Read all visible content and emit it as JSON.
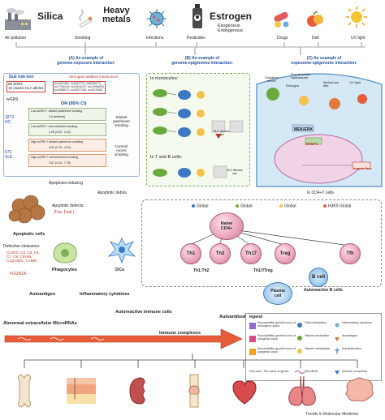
{
  "exposures": {
    "silica": "Silica",
    "heavy_metals": "Heavy\nmetals",
    "estrogen": "Estrogen",
    "exogenous": "Exogenous",
    "endogenous": "Endogenous",
    "items": [
      "Air pollution",
      "Smoking",
      "Infections",
      "Pesticides",
      "Drugs",
      "Diet",
      "UV light"
    ]
  },
  "panel_a": {
    "title": "(A) An example of\ngenome-exposure interaction:",
    "sle_risk_loci": "SLE risk loci",
    "strongest": "Strongest additive interactions",
    "snps_label": "86 SNPs\n10 classic HLA alleles",
    "snps_detail": "(rs7947461; rs2853772; rs8538077)\n(rs7726414; rs11814247; rs13296600)\n(rs2286672; rs34327160; rs4447006)",
    "wgrs": "wGRS",
    "or_header": "OR (95% CI)",
    "n1": "3272\nHC",
    "n2": "673\nSLE",
    "low_never": "Low-wGRS + distant past/never smoking",
    "low_never_val": "1.0 (referent)",
    "low_current": "Low-wGRS + current/recent smoking",
    "low_current_val": "1.28 (0.83 - 2.02)",
    "high_never": "High-wGRS + distant past/never smoking",
    "high_never_val": "3.52 (2.78 - 4.44)",
    "high_current": "High-wGRS + current/recent smoking",
    "high_current_val": "3.67 (4.33 - 7.78)",
    "distant": "Distant\npast/never\nsmoking",
    "current": "Current/\nrecent\nsmoking"
  },
  "panel_b": {
    "title": "(B) An example of\ngenome-epigenome interaction:",
    "monocytes": "In monocytes:",
    "t_b": "In T and B cells:",
    "labels": [
      "SLE disease\nrisk",
      "SLE disease\nrisk"
    ]
  },
  "panel_c": {
    "title": "(C) An example of\nexposome-epigenome interaction:",
    "oxidative": "Oxidative\nstress",
    "procainamide": "Procainamide\nHydralazine",
    "estrogen": "Estrogen",
    "methyl": "Methyl-low\ndiet",
    "uv": "UV light",
    "mek": "MEK/ERK",
    "dnmt": "DNMT1",
    "lupus": "Lupus flare",
    "in_cd4": "In CD4+T cells"
  },
  "apoptosis": {
    "inducing": "Apoptosis inducing",
    "defects_title": "Apoptotic defects:",
    "defects_detail": "(Fas, FasL)",
    "debris": "Apoptotic debris",
    "cells": "Apoptotic cells",
    "clearance_title": "Defective clearance:",
    "clearance_detail": "(C1R/S, C3, C5, C6,\nC7, C9, CRA/B,\nC1QA/B/C, CYBB)",
    "fcgr": "FCGR2A",
    "phagocytes": "Phagocytes",
    "dcs": "DCs",
    "autoantigen": "Autoantigen",
    "cytokines": "Inflammatory cytokines",
    "autoreactive": "Autoreactive immune cells",
    "autoantibodies": "Autoantibodies",
    "mirnas": "Abnormal extracellular MicroRNAs",
    "complexes": "Immune complexes"
  },
  "epi_row": {
    "items": [
      "Global",
      "Global",
      "Global",
      "H3K9 Global"
    ]
  },
  "tcells": {
    "naive": "Naive\nCD4+",
    "th1": "Th1",
    "th2": "Th2",
    "th17": "Th17",
    "treg": "Treg",
    "tfh": "Tfh",
    "ratio1": "Th1:Th2",
    "ratio2": "Th17/Treg",
    "bcell": "B cell",
    "plasma": "Plasma\ncell",
    "active_b": "Autoreactive B cells"
  },
  "legend": {
    "title": "legend",
    "items": [
      "Susceptibility genetic locus of monogenic lupus",
      "DNA methylation",
      "Inflammatory cytokines",
      "Susceptibility genetic locus of polygenic lupus",
      "Histone acetylation",
      "Autoantigen",
      "Susceptibility genetic locus of polygenic lupus",
      "Histone methylation",
      "Autoantibodies",
      "Red color: The name of genes",
      "MicroRNA",
      "Immune complexes"
    ]
  },
  "footer": "Trends in Molecular Medicine",
  "colors": {
    "blue": "#1f4e9a",
    "red": "#c0392b",
    "pink": "#e8a3b8",
    "green": "#7fae5c"
  }
}
